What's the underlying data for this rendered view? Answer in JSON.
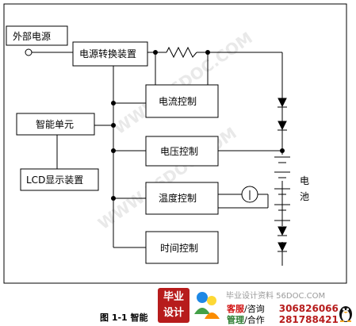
{
  "diagram": {
    "nodes": {
      "ext_power": "外部电源",
      "converter": "电源转换装置",
      "smart_unit": "智能单元",
      "lcd": "LCD显示装置",
      "current_ctrl": "电流控制",
      "voltage_ctrl": "电压控制",
      "temp_ctrl": "温度控制",
      "time_ctrl": "时间控制",
      "battery_1": "电",
      "battery_2": "池"
    },
    "watermark": "WWW.56DOC.COM"
  },
  "caption": "图 1-1  智能",
  "banner": {
    "logo_top": "毕业",
    "logo_bottom": "设计",
    "site": "毕业设计资料 56DOC.COM",
    "kefu_label": "客服",
    "kefu_sep": "/咨询",
    "kefu_qq": "306826066",
    "manage_label": "管理",
    "manage_sep": "/合作",
    "manage_qq": "281788421"
  }
}
